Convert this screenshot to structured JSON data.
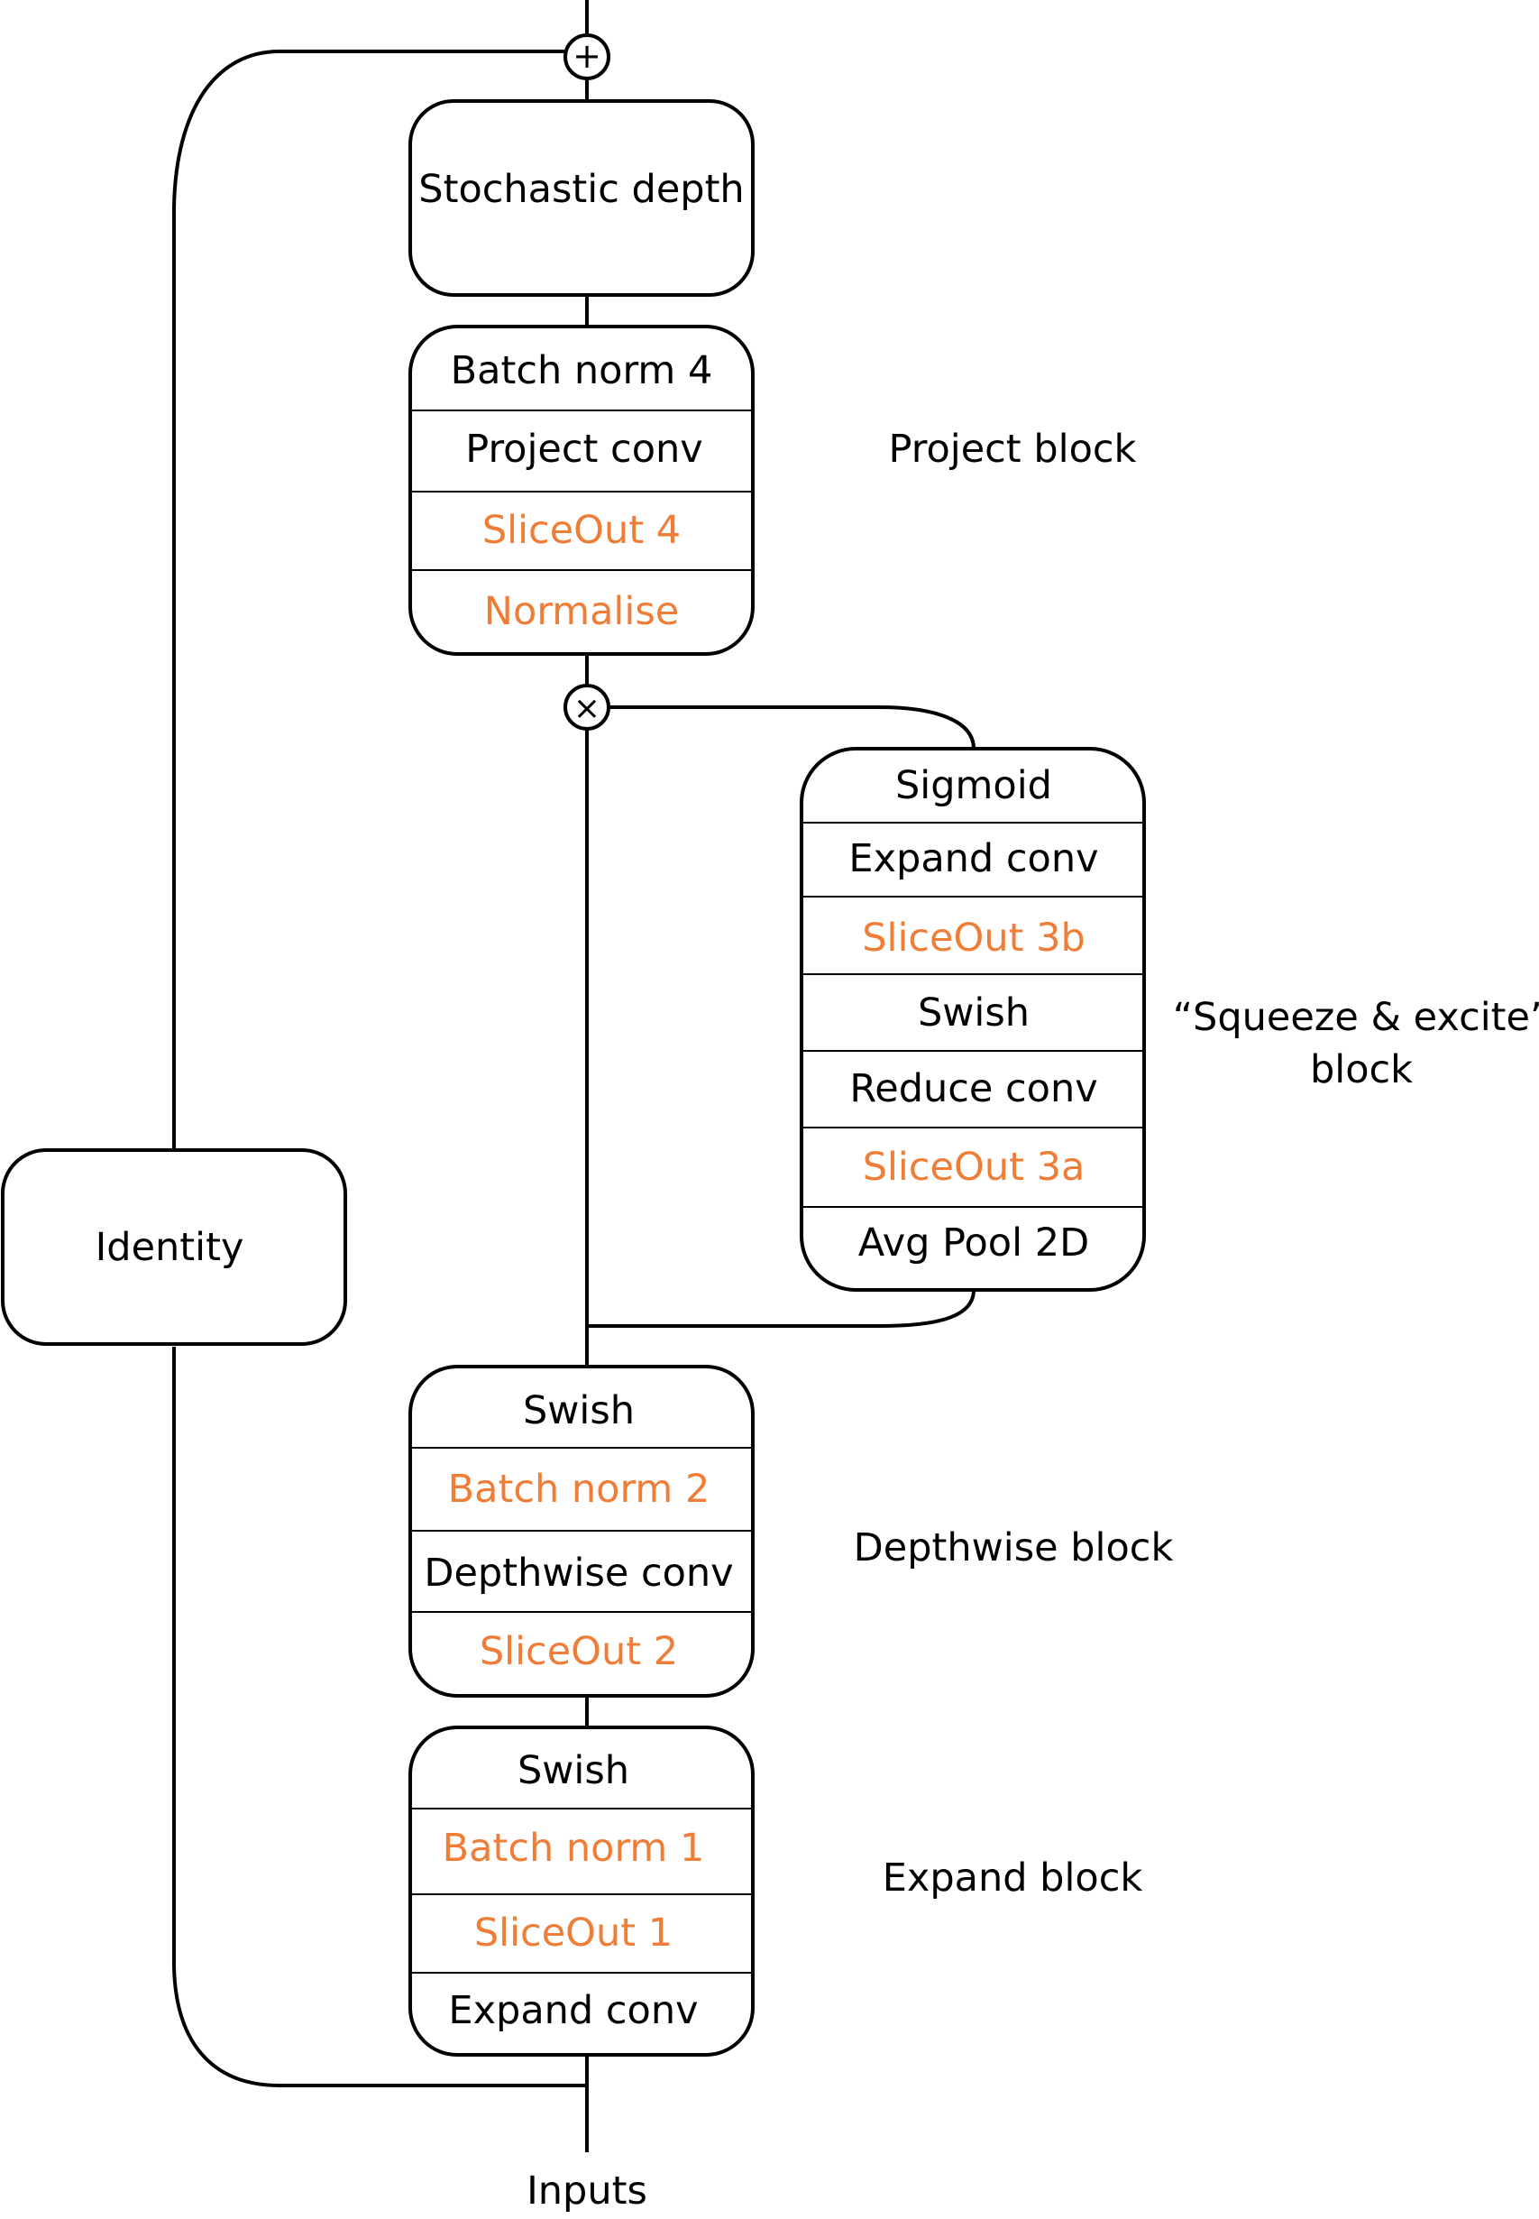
{
  "colors": {
    "stroke": "#000000",
    "highlight": "#ee7d37",
    "background": "#ffffff"
  },
  "operators": {
    "add": "+",
    "multiply": "×"
  },
  "stochastic_depth": "Stochastic depth",
  "identity": "Identity",
  "inputs": "Inputs",
  "project_block": {
    "label": "Project block",
    "layers": [
      "Batch norm 4",
      "Project conv",
      "SliceOut 4",
      "Normalise"
    ]
  },
  "se_block": {
    "label_line1": "“Squeeze & excite”",
    "label_line2": "block",
    "layers": [
      "Sigmoid",
      "Expand conv",
      "SliceOut 3b",
      "Swish",
      "Reduce conv",
      "SliceOut 3a",
      "Avg Pool 2D"
    ]
  },
  "depthwise_block": {
    "label": "Depthwise block",
    "layers": [
      "Swish",
      "Batch norm 2",
      "Depthwise conv",
      "SliceOut 2"
    ]
  },
  "expand_block": {
    "label": "Expand block",
    "layers": [
      "Swish",
      "Batch norm 1",
      "SliceOut 1",
      "Expand conv"
    ]
  }
}
